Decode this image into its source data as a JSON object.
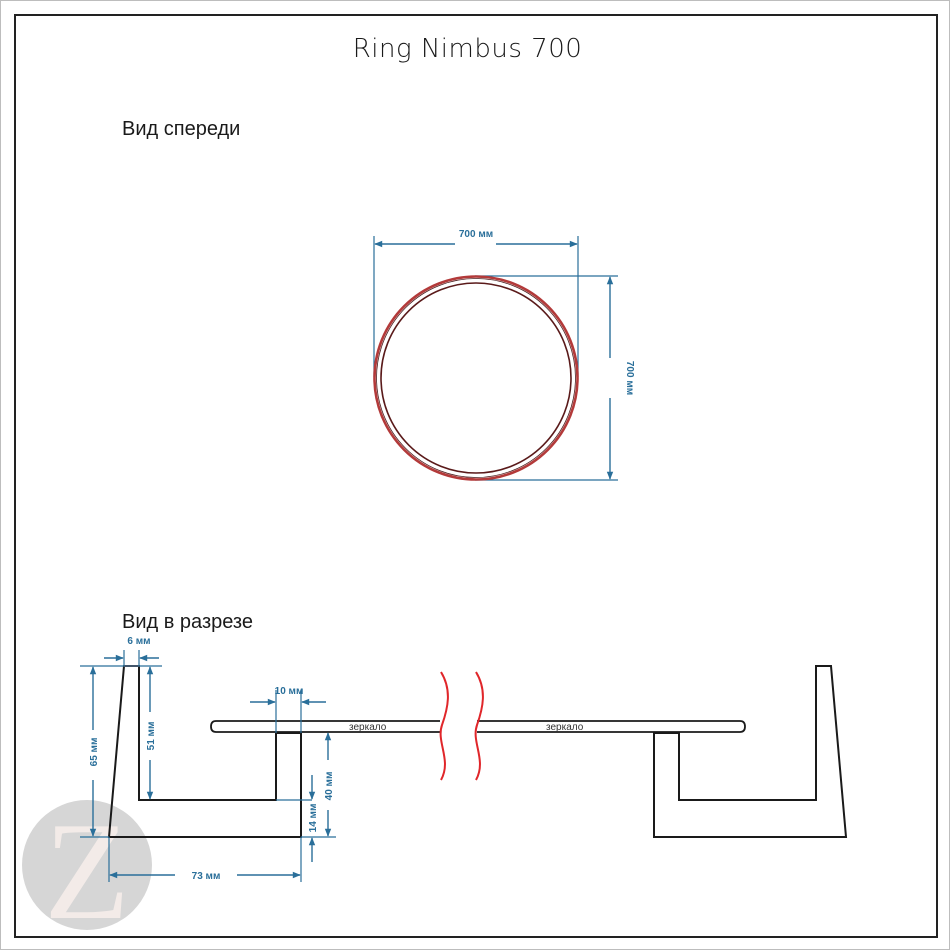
{
  "title": "Ring Nimbus 700",
  "views": {
    "front": {
      "label": "Вид спереди"
    },
    "section": {
      "label": "Вид в разрезе"
    }
  },
  "dimensions": {
    "front_width": "700 мм",
    "front_height": "700 мм",
    "wall_top_width": "6 мм",
    "total_height": "65 мм",
    "inner_height": "51 мм",
    "mount_width": "10 мм",
    "mount_depth": "40 мм",
    "base_thickness": "14 мм",
    "base_length": "73 мм"
  },
  "labels": {
    "mirror_left": "зеркало",
    "mirror_right": "зеркало"
  },
  "watermark": {
    "letter": "Z"
  },
  "colors": {
    "dimension": "#2a6f9a",
    "ring": "#b33a3a",
    "outline": "#1a1a1a",
    "break_marks": "#e0262a",
    "watermark_bg": "#d6d6d6",
    "watermark_letter": "#f3ebe8"
  }
}
